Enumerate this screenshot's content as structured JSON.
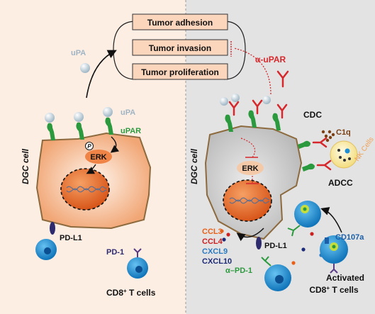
{
  "colors": {
    "left_bg": "#fdeee4",
    "right_bg": "#e3e3e3",
    "box_fill": "#fbd6bd",
    "cell_left": "#f4b48c",
    "cell_right": "#c9c9c9",
    "cell_border": "#8c6a3e",
    "nucleus": "#e5702a",
    "erk": "#ef8446",
    "upar_green": "#2b9a3e",
    "upa_ball": "#bfd2dc",
    "antibody_red": "#d6282c",
    "tcell_blue": "#1b8ed6",
    "receptor_purple": "#5a3b86",
    "nk_yellow": "#f4e28c",
    "c1q_brown": "#7b3f14",
    "nk_orange": "#f0a155"
  },
  "process_boxes": [
    "Tumor adhesion",
    "Tumor invasion",
    "Tumor proliferation"
  ],
  "upa_label": "uPA",
  "upa_on_cell": "uPA",
  "upar_label": "uPAR",
  "p_label": "P",
  "erk_left": "ERK",
  "erk_right": "ERK",
  "dgc_left": "DGC cell",
  "dgc_right": "DGC cell",
  "pdl1_left": "PD-L1",
  "pdl1_right": "PD-L1",
  "pd1_label": "PD-1",
  "cd8_base": "CD8",
  "cd8_sup": "+",
  "cd8_suffix": " T cells",
  "anti_upar": "α-uPAR",
  "cdc": "CDC",
  "c1q": "C1q",
  "nk": "NK Cells",
  "adcc": "ADCC",
  "cytokines": [
    {
      "name": "CCL3",
      "color": "#e8611a"
    },
    {
      "name": "CCL4",
      "color": "#cc1f1f"
    },
    {
      "name": "CXCL9",
      "color": "#2a7ac2"
    },
    {
      "name": "CXCL10",
      "color": "#1c2a78"
    }
  ],
  "cd107a": "CD107a",
  "anti_pd1": "α–PD-1",
  "activated_line1": "Activated",
  "activated_line2_base": "CD8",
  "activated_line2_sup": "+",
  "activated_line2_suffix": " T cells"
}
